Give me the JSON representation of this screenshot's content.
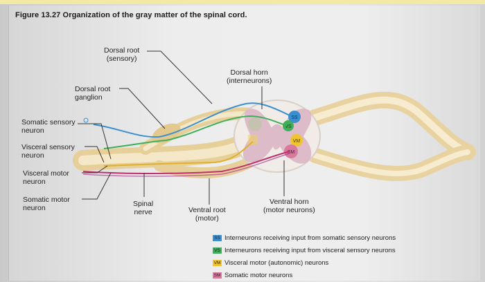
{
  "figure": {
    "title": "Figure 13.27 Organization of the gray matter of the spinal cord."
  },
  "labels": {
    "dorsal_root": "Dorsal root\n(sensory)",
    "dorsal_root_ganglion": "Dorsal root\nganglion",
    "somatic_sensory_neuron": "Somatic sensory\nneuron",
    "visceral_sensory_neuron": "Visceral sensory\nneuron",
    "visceral_motor_neuron": "Visceral motor\nneuron",
    "somatic_motor_neuron": "Somatic motor\nneuron",
    "spinal_nerve": "Spinal\nnerve",
    "ventral_root": "Ventral root\n(motor)",
    "ventral_horn": "Ventral horn\n(motor neurons)",
    "dorsal_horn": "Dorsal horn\n(interneurons)"
  },
  "zone_codes": {
    "ss": "SS",
    "vs": "VS",
    "vm": "VM",
    "sm": "SM"
  },
  "legend": [
    {
      "code": "SS",
      "text": "Interneurons receiving input from somatic sensory neurons",
      "color": "#3a8fd0"
    },
    {
      "code": "VS",
      "text": "Interneurons receiving input from visceral sensory neurons",
      "color": "#3fae5a"
    },
    {
      "code": "VM",
      "text": "Visceral motor (autonomic) neurons",
      "color": "#f0c430"
    },
    {
      "code": "SM",
      "text": "Somatic motor neurons",
      "color": "#d77a9e"
    }
  ],
  "colors": {
    "somatic_sensory": "#3a8fd0",
    "visceral_sensory": "#3fae5a",
    "visceral_motor": "#e0b02a",
    "somatic_motor": "#c0306a",
    "nerve": "#efdcaa",
    "gray_matter": "#d9b3c2",
    "white_matter": "#f1ece8"
  }
}
